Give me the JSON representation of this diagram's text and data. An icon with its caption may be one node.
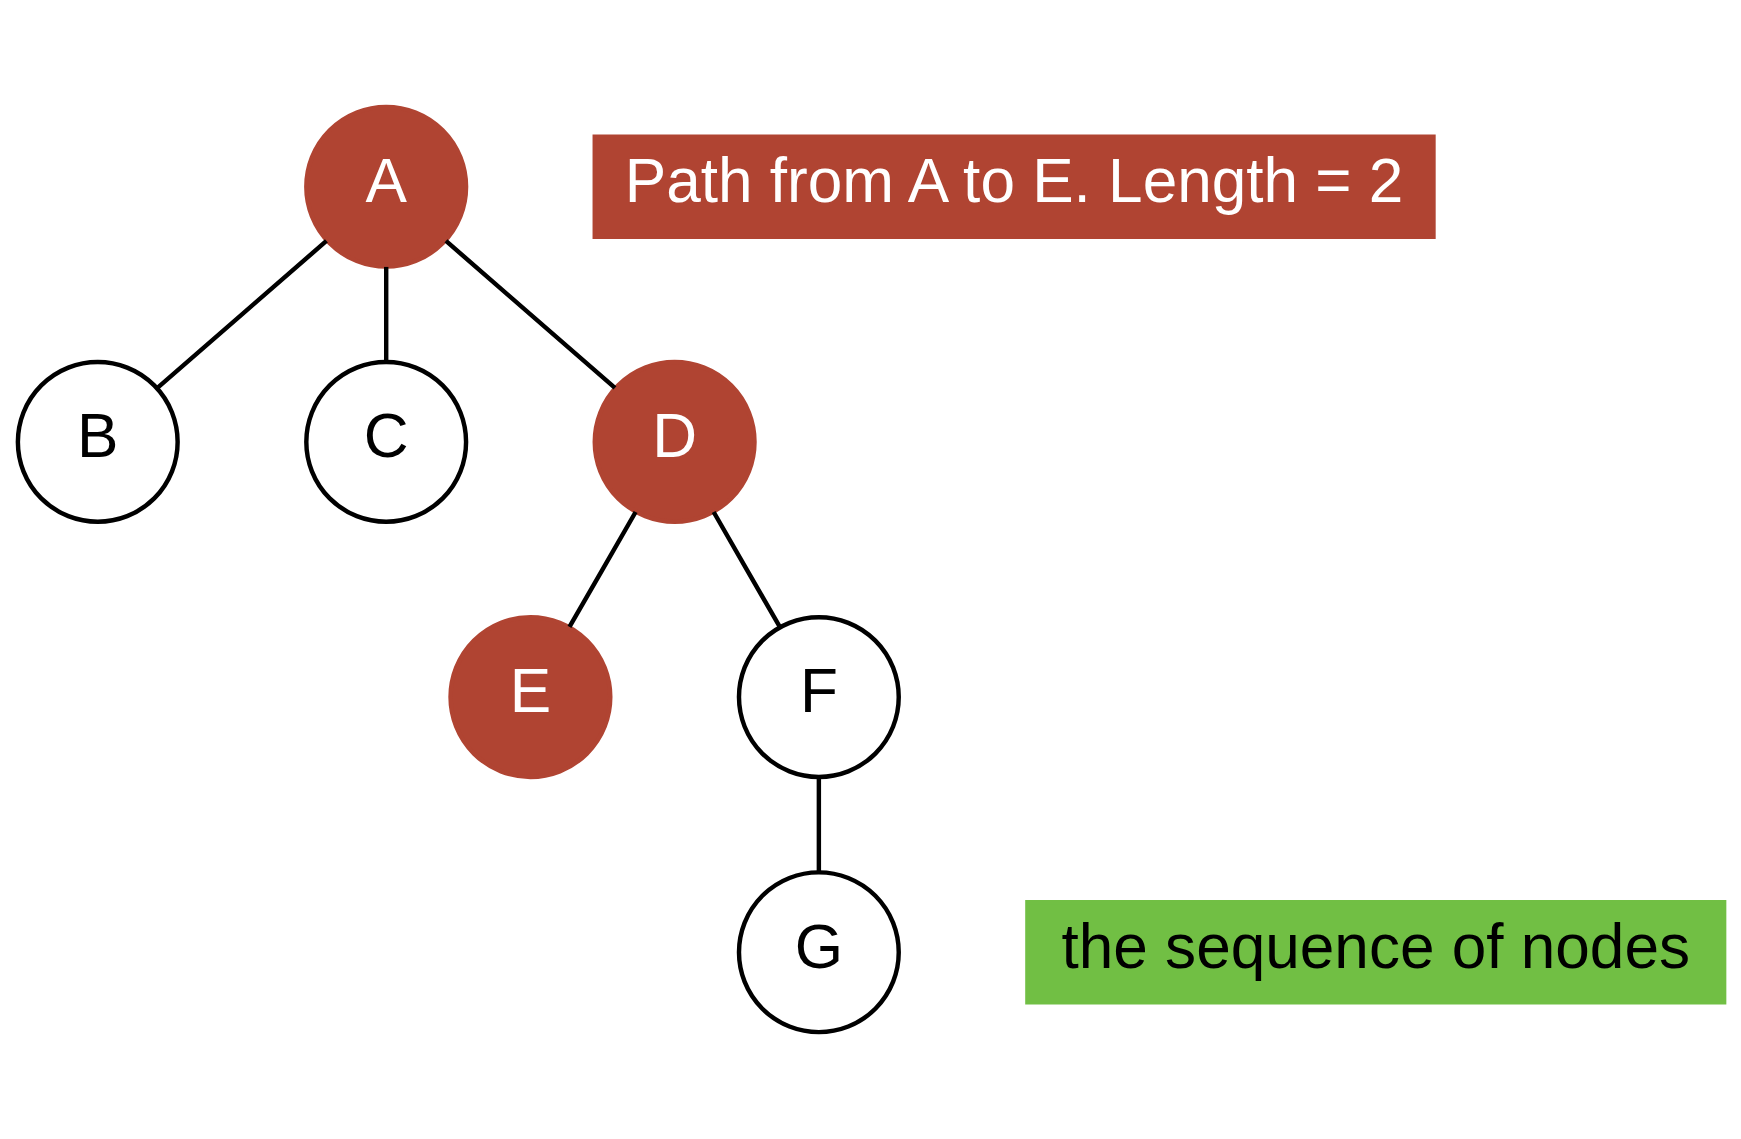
{
  "diagram": {
    "nodes": [
      {
        "text": [
          "A"
        ]
      },
      {
        "text": [
          "B"
        ]
      },
      {
        "text": [
          "C"
        ]
      },
      {
        "text": [
          "D"
        ]
      },
      {
        "text": [
          "E"
        ]
      },
      {
        "text": [
          "F"
        ]
      },
      {
        "text": [
          "G"
        ]
      },
      {
        "text": [
          "Path from A to E. Length = 2"
        ]
      },
      {
        "text": [
          "the sequence of nodes"
        ]
      }
    ],
    "edges": [
      {
        "from": 0,
        "to": 1,
        "arrow": "none"
      },
      {
        "from": 0,
        "to": 2,
        "arrow": "none"
      },
      {
        "from": 0,
        "to": 3,
        "arrow": "none"
      },
      {
        "from": 3,
        "to": 4,
        "arrow": "none"
      },
      {
        "from": 3,
        "to": 5,
        "arrow": "none"
      },
      {
        "from": 5,
        "to": 6,
        "arrow": "none"
      }
    ]
  }
}
